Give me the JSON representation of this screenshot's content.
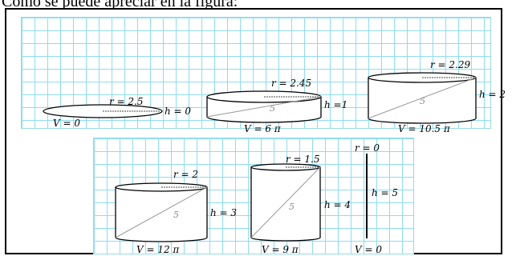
{
  "caption": "Como se puede apreciar en la figura:",
  "cylinders": [
    {
      "r_label": "r = 2.5",
      "h_label": "h = 0",
      "v_label": "V = 0",
      "s_label": ""
    },
    {
      "r_label": "r = 2.45",
      "h_label": "h =1",
      "v_label": "V = 6 π",
      "s_label": "5"
    },
    {
      "r_label": "r = 2.29",
      "h_label": "h = 2",
      "v_label": "V = 10.5 π",
      "s_label": "5"
    },
    {
      "r_label": "r = 2",
      "h_label": "h = 3",
      "v_label": "V = 12 π",
      "s_label": "5"
    },
    {
      "r_label": "r = 1.5",
      "h_label": "h = 4",
      "v_label": "V = 9 π",
      "s_label": "5"
    },
    {
      "r_label": "r = 0",
      "h_label": "h = 5",
      "v_label": "V = 0",
      "s_label": ""
    }
  ],
  "colors": {
    "grid": "#8fdcef",
    "outline": "#000000",
    "slant": "#999999"
  }
}
